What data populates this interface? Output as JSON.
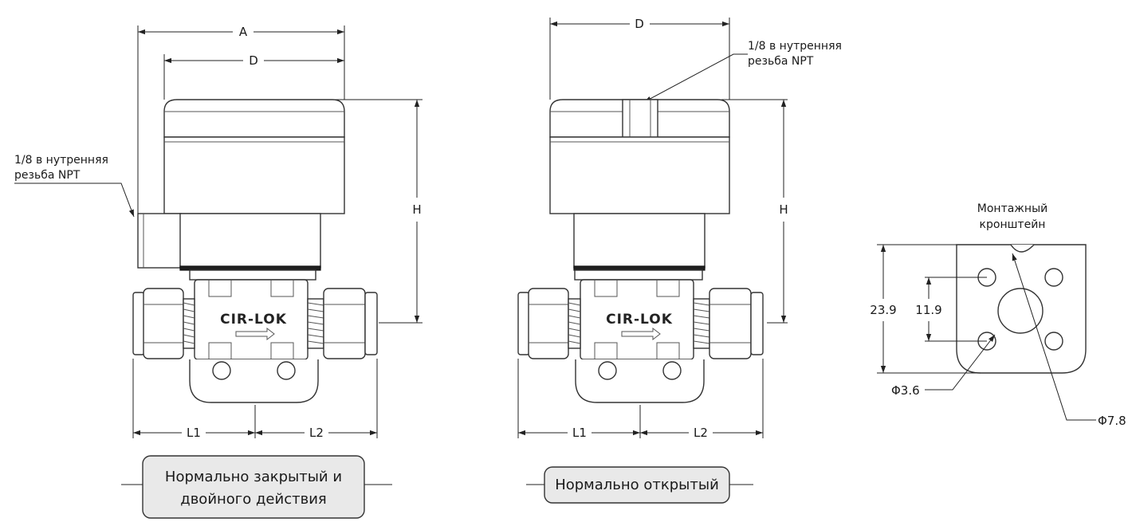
{
  "left_view": {
    "dim_a": "A",
    "dim_d": "D",
    "dim_h": "H",
    "dim_l1": "L1",
    "dim_l2": "L2",
    "port_note_line1": "1/8 в нутренняя",
    "port_note_line2": "резьба NPT",
    "logo": "CIR-LOK",
    "caption_line1": "Нормально закрытый и",
    "caption_line2": "двойного действия"
  },
  "right_view": {
    "dim_d": "D",
    "dim_h": "H",
    "dim_l1": "L1",
    "dim_l2": "L2",
    "port_note_line1": "1/8 в нутренняя",
    "port_note_line2": "резьба NPT",
    "logo": "CIR-LOK",
    "caption": "Нормально открытый"
  },
  "bracket": {
    "title_line1": "Монтажный",
    "title_line2": "кронштейн",
    "height": "23.9",
    "hole_spacing": "11.9",
    "small_hole": "Φ3.6",
    "large_hole": "Φ7.8"
  },
  "colors": {
    "line": "#222222",
    "caption_fill": "#e8e8e8",
    "coil_dark": "#1f1f1f"
  }
}
